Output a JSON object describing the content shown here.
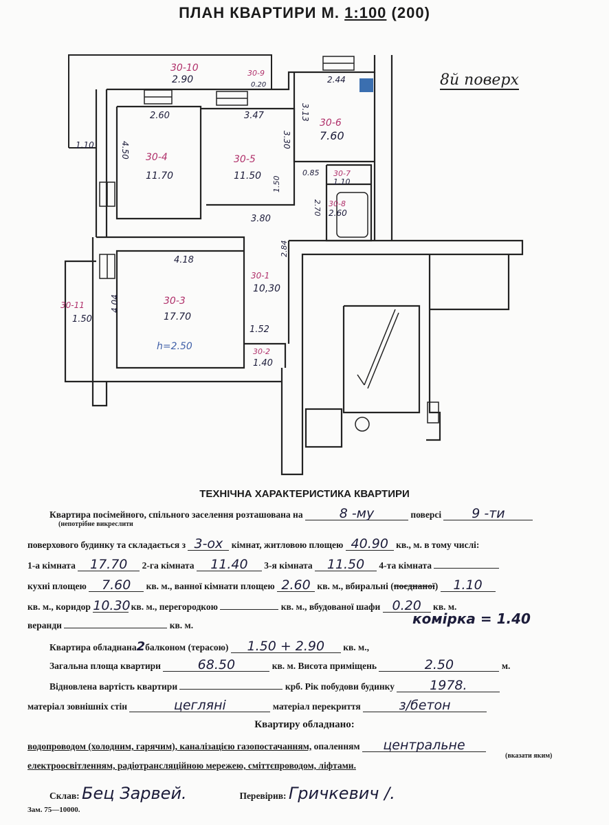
{
  "title": {
    "prefix": "ПЛАН КВАРТИРИ М.",
    "scale": "1:100",
    "suffix": "(200)"
  },
  "floor_note": "8й поверх",
  "plan": {
    "rooms": [
      {
        "code": "30-4",
        "area": "11.70"
      },
      {
        "code": "30-5",
        "area": "11.50"
      },
      {
        "code": "30-6",
        "area": "7.60"
      },
      {
        "code": "30-7",
        "area": "1.10"
      },
      {
        "code": "30-8",
        "area": "2.60"
      },
      {
        "code": "30-1",
        "area": "10,30"
      },
      {
        "code": "30-3",
        "area": "17.70"
      },
      {
        "code": "30-2",
        "area": "1.40"
      },
      {
        "code": "30-10",
        "area": "2.90"
      },
      {
        "code": "30-9",
        "area": "0.20"
      },
      {
        "code": "30-11",
        "area": "1.50"
      }
    ],
    "dimensions": [
      "2.60",
      "3.47",
      "2.44",
      "3.13",
      "4.50",
      "3.30",
      "3.80",
      "1.50",
      "0.85",
      "2.70",
      "1.10",
      "4.18",
      "4.04",
      "2.84",
      "1.52"
    ],
    "height_note": "h=2.50"
  },
  "form": {
    "heading": "ТЕХНІЧНА ХАРАКТЕРИСТИКА КВАРТИРИ",
    "l1a": "Квартира посімейного, спільного заселення розташована на",
    "l1_floor": "8 -му",
    "l1b": "поверсі",
    "l1_floors": "9 -ти",
    "l1_note": "(непотрібне викреслити",
    "l2a": "поверхового будинку та складається з",
    "l2_rooms": "3-ох",
    "l2b": "кімнат, житловою площею",
    "l2_living": "40.90",
    "l2c": "кв., м. в тому числі:",
    "l3a": "1-а кімната",
    "room1": "17.70",
    "l3b": "2-га кімната",
    "room2": "11.40",
    "l3c": "3-я кімната",
    "room3": "11.50",
    "l3d": "4-та кімната",
    "room4": "",
    "l4a": "кухні площею",
    "kitchen": "7.60",
    "l4b": "кв. м., ванної кімнати площею",
    "bath": "2.60",
    "l4c": "кв. м., вбиральні (",
    "l4_strike": "поєднаної",
    "l4d": ")",
    "toilet": "1.10",
    "l5a": "кв. м., коридор",
    "corridor": "10.30",
    "l5b": "кв. м., перегородкою",
    "partition": "",
    "l5c": "кв. м., вбудованої шафи",
    "closet": "0.20",
    "l5d": "кв. м.",
    "pantry_note": "комірка = 1.40",
    "l6a": "веранди",
    "veranda": "",
    "l6b": "кв. м.",
    "l7a": "Квартира обладнана",
    "balcony_count": "2",
    "l7b": "балконом (терасою)",
    "balcony_area": "1.50 + 2.90",
    "l7c": "кв. м.,",
    "l8a": "Загальна площа квартири",
    "total": "68.50",
    "l8b": "кв. м. Висота приміщень",
    "height": "2.50",
    "l8c": "м.",
    "l9a": "Відновлена вартість квартири",
    "cost": "",
    "l9b": "крб. Рік побудови будинку",
    "year": "1978.",
    "l10a": "матеріал зовнішніх стін",
    "walls": "цегляні",
    "l10b": "матеріал перекриття",
    "ceiling": "з/бетон",
    "equip_heading": "Квартиру обладнано:",
    "l11a": "водопроводом (холодним, гарячим), каналізацією газопостачанням,",
    "l11b": "опаленням",
    "heating": "центральне",
    "l11_note": "(вказати яким)",
    "l12": "електроосвітленням, радіотрансляційною мережею, сміттєпроводом, ліфтами.",
    "compiled_label": "Склав:",
    "compiled_sig": "Бец Зарвей.",
    "checked_label": "Перевірив:",
    "checked_sig": "Гричкевич /.",
    "footer": "Зам. 75—10000."
  }
}
